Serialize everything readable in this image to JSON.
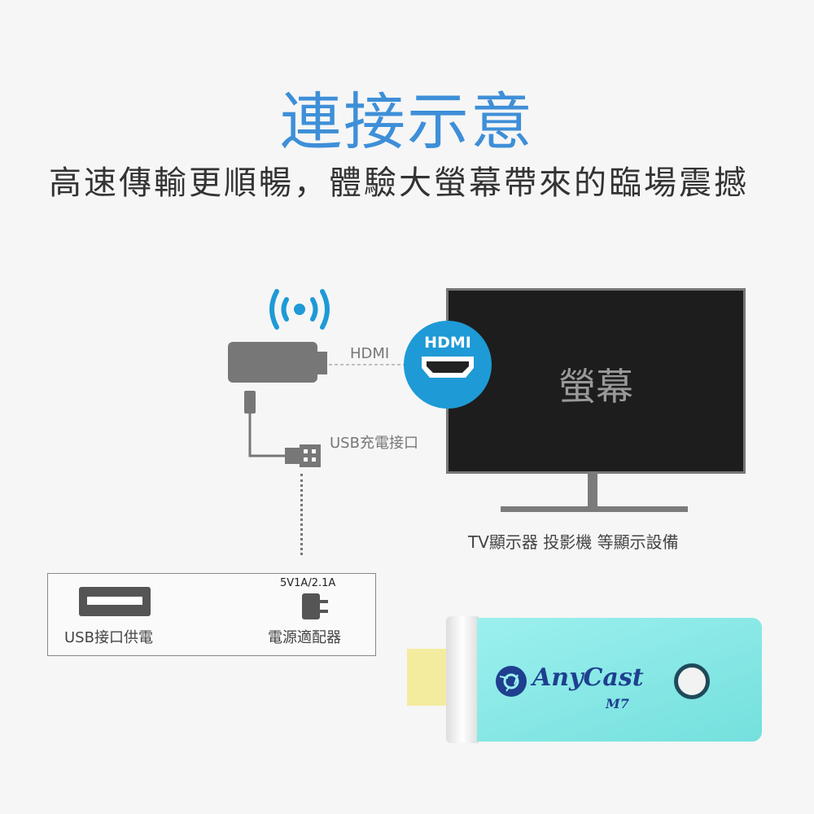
{
  "title": "連接示意",
  "subtitle": "高速傳輸更順暢，體驗大螢幕帶來的臨場震撼",
  "diagram": {
    "hdmi_label": "HDMI",
    "hdmi_badge": "HDMI",
    "usb_label": "USB充電接口",
    "screen_label": "螢幕",
    "tv_caption": "TV顯示器 投影機 等顯示設備"
  },
  "power": {
    "usb_label": "USB接口供電",
    "spec": "5V1A/2.1A",
    "adapter_label": "電源適配器"
  },
  "product": {
    "brand": "AnyCast",
    "model": "M7"
  },
  "colors": {
    "accent": "#3e8fd8",
    "badge": "#1e9ad6",
    "dongle": "#7fe5e3",
    "logo": "#1f3f8f"
  }
}
